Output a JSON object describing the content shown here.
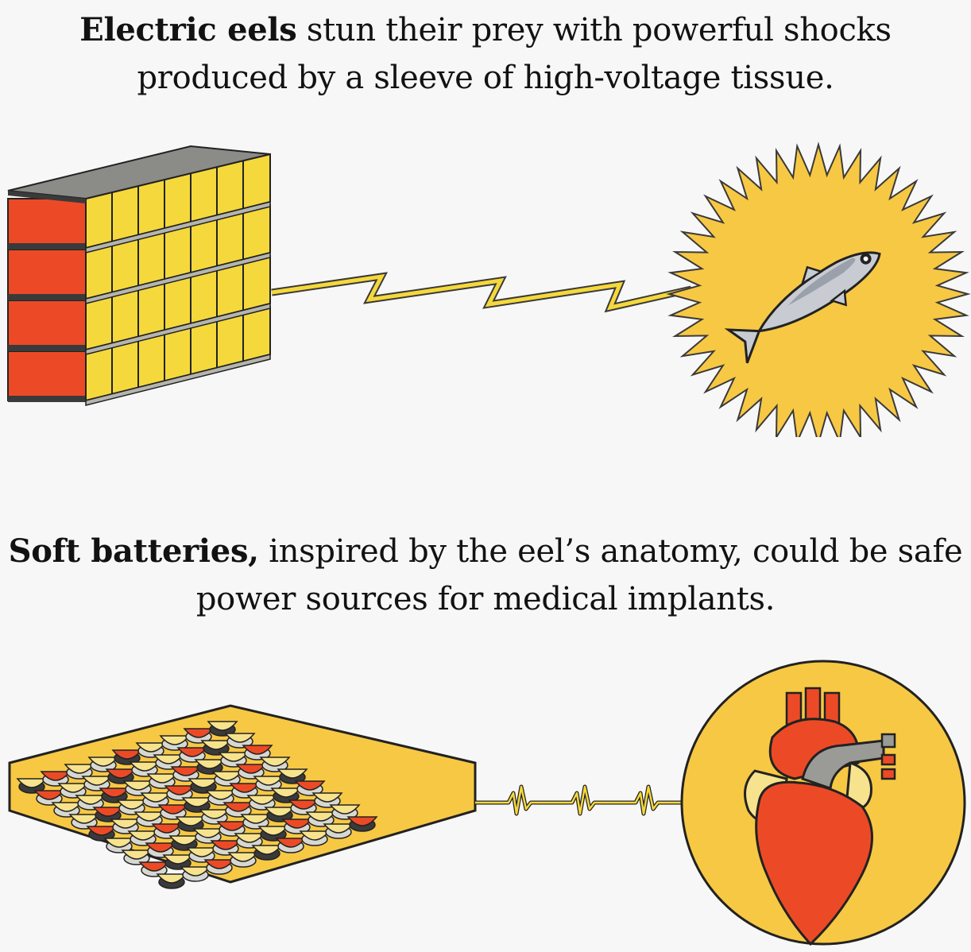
{
  "panel1": {
    "caption_bold": "Electric eels",
    "caption_rest": " stun their prey with powerful shocks produced by a sleeve of high-voltage tissue.",
    "icons": [
      "electrocyte-stack-icon",
      "lightning-bolt-icon",
      "shocked-fish-icon"
    ]
  },
  "panel2": {
    "caption_bold": "Soft batteries,",
    "caption_rest": " inspired by the eel’s anatomy, could be safe power sources for medical implants.",
    "icons": [
      "soft-battery-array-icon",
      "heartbeat-wave-icon",
      "heart-icon"
    ]
  },
  "colors": {
    "background": "#f7f7f7",
    "red": "#ec4a26",
    "yellow": "#f5d83b",
    "pale_yellow": "#f7e38d",
    "gray_top": "#8b8b88",
    "dark_gray": "#3a3a3a",
    "burst": "#f7c844",
    "fish": "#c8ccd2"
  }
}
